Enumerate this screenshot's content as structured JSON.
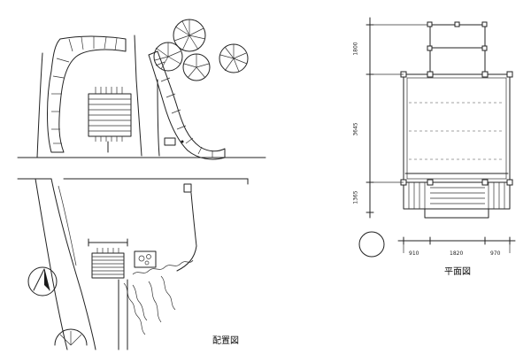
{
  "site_plan": {
    "caption": "配置図"
  },
  "floor_plan": {
    "caption": "平面図",
    "vertical_dimensions": [
      "1800",
      "3645",
      "1365"
    ],
    "horizontal_dimensions": [
      "910",
      "1820",
      "970"
    ]
  }
}
